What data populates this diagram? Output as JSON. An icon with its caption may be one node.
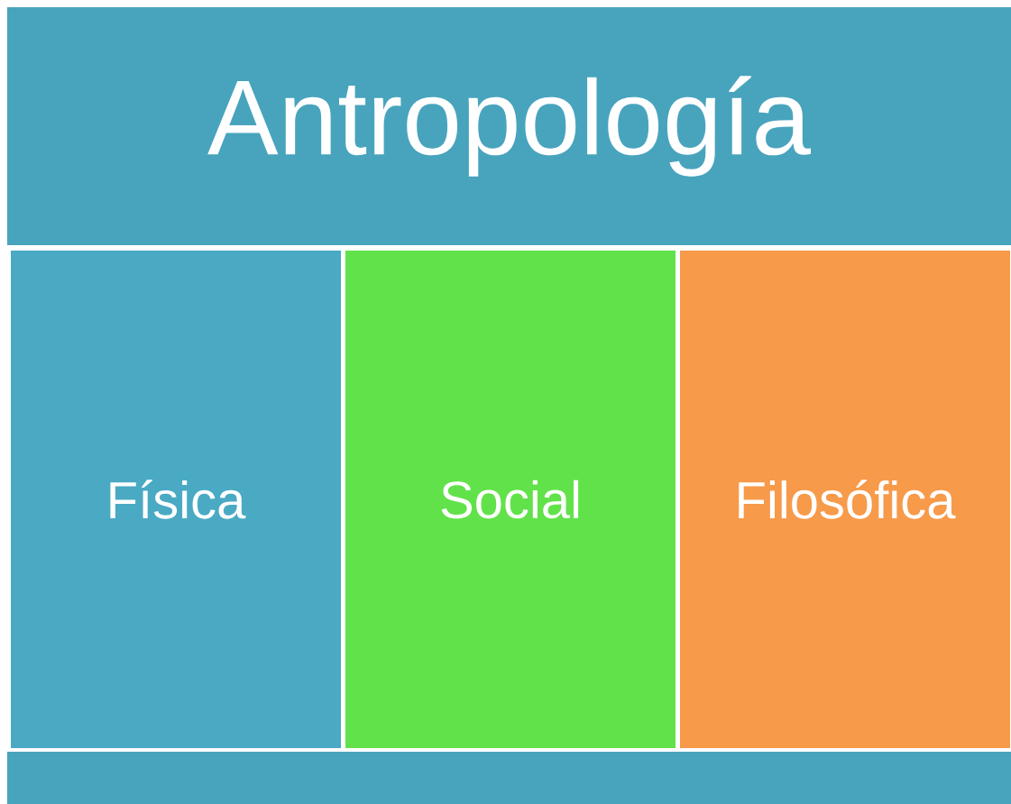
{
  "diagram": {
    "nodes": [
      {
        "text": [
          "Antropología"
        ]
      },
      {
        "text": [
          "Física"
        ]
      },
      {
        "text": [
          "Social"
        ]
      },
      {
        "text": [
          "Filosófica"
        ]
      },
      {
        "text": [],
        "shape": "box"
      }
    ]
  }
}
